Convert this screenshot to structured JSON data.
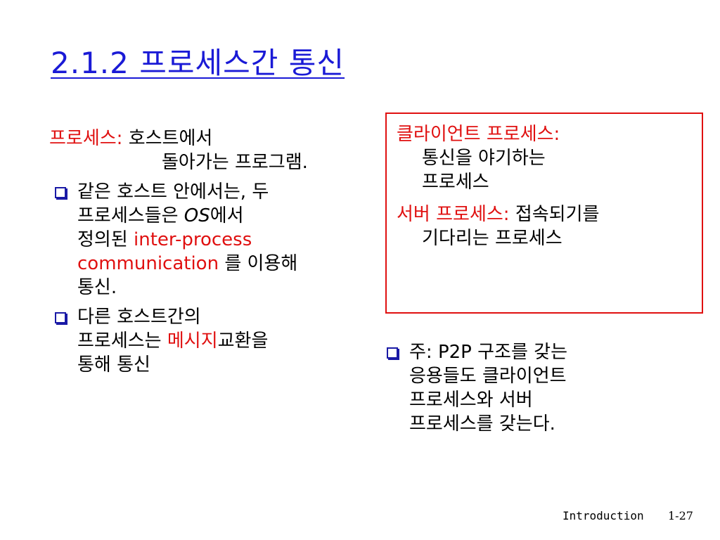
{
  "slide": {
    "title": "2.1.2 프로세스간 통신",
    "left": {
      "def_term": "프로세스:",
      "def_text1": "호스트에서",
      "def_text2": "돌아가는 프로그램.",
      "bullet1": {
        "line1": "같은 호스트 안에서는, 두",
        "line2_pre": "프로세스들은",
        "line2_os": "OS",
        "line2_post": "에서",
        "line3_pre": "정의된",
        "line3_red": "inter-process",
        "line4_red": "communication",
        "line4_post": "를 이용해",
        "line5": "통신."
      },
      "bullet2": {
        "line1": "다른 호스트간의",
        "line2_pre": "프로세스는",
        "line2_red": "메시지",
        "line2_post": "교환을",
        "line3": "통해 통신"
      }
    },
    "box": {
      "client_term": "클라이언트 프로세스:",
      "client_line1": "통신을 야기하는",
      "client_line2": "프로세스",
      "server_term": "서버 프로세스:",
      "server_text": "접속되기를",
      "server_line2": "기다리는 프로세스"
    },
    "note": {
      "line1_pre": "주:",
      "line1_p2p": "P2P",
      "line1_post": "구조를 갖는",
      "line2": "응용들도 클라이언트",
      "line3": "프로세스와 서버",
      "line4": "프로세스를 갖는다."
    },
    "footer": {
      "section": "Introduction",
      "page": "1-27"
    }
  },
  "colors": {
    "title": "#1a1ad6",
    "emphasis": "#e01010",
    "bullet": "#1a1aa6"
  }
}
